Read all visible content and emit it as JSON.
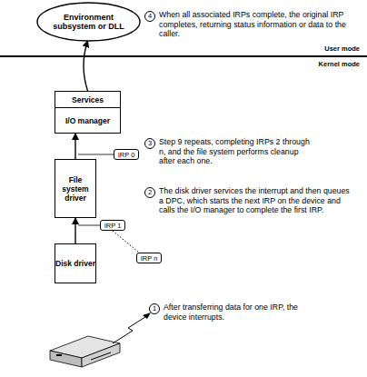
{
  "diagram": {
    "nodes": [
      {
        "text": [
          "Environment subsystem or DLL"
        ]
      },
      {
        "text": [
          "Services",
          "I/O manager"
        ]
      },
      {
        "text": [
          "File system driver"
        ]
      },
      {
        "text": [
          "Disk driver"
        ]
      },
      {
        "text": [
          "IRP 0"
        ]
      },
      {
        "text": [
          "IRP 1"
        ]
      },
      {
        "text": [
          "IRP n"
        ]
      }
    ],
    "edges": [
      {
        "from": 3,
        "to": 2,
        "arrow": "to"
      },
      {
        "from": 2,
        "to": 1,
        "arrow": "to"
      },
      {
        "from": 1,
        "to": 0,
        "arrow": "to"
      },
      {
        "from": 5,
        "to": 6,
        "arrow": "none"
      }
    ],
    "labels": [
      "4",
      "When all associated IRPs complete, the original IRP completes, returning status information or data to the caller.",
      "User mode",
      "Kernel mode",
      "3",
      "Step 9 repeats, completing IRPs 2 through n, and the file system performs cleanup after each one.",
      "2",
      "The disk driver services the interrupt and then queues a DPC, which starts the next IRP on the device and calls the I/O manager to complete the first IRP.",
      "1",
      "After transferring data for one IRP, the device interrupts."
    ]
  }
}
